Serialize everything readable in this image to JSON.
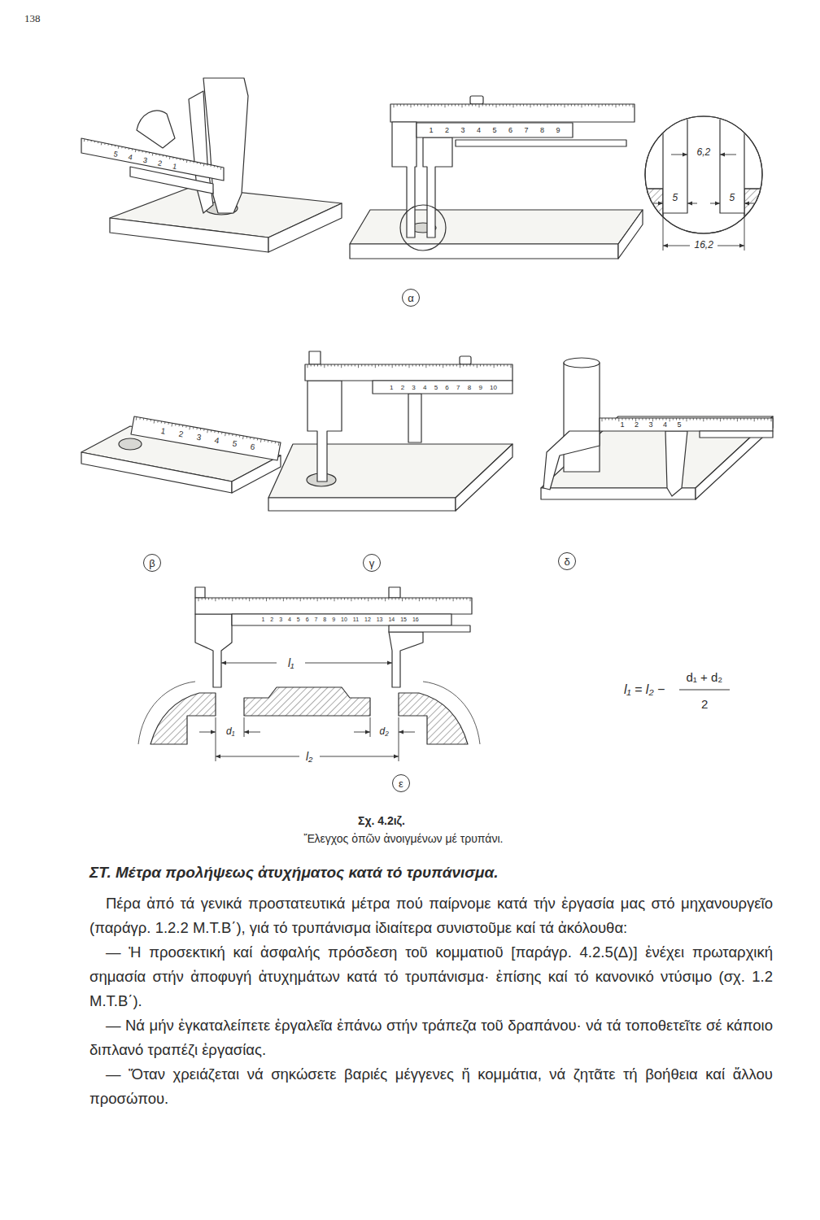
{
  "diagram": {
    "title": "ΣΤ. Μέτρα προλήψεως ἀτυχήματος κατά τό τρυπάνισμα.",
    "caption": "Σχ. 4.2ιζ.",
    "nodes": [
      {
        "text": [
          "α"
        ]
      },
      {
        "text": [
          "β"
        ]
      },
      {
        "text": [
          "γ"
        ]
      },
      {
        "text": [
          "δ"
        ]
      },
      {
        "text": [
          "ε"
        ]
      }
    ],
    "labels": [
      "138",
      "5 4 3 2 1",
      "1 2 3 4 5 6 7 8 9",
      "6,2",
      "5",
      "5",
      "16,2",
      "1 2 3 4 5 6",
      "1 2 3 4 5 6 7 8 9 10",
      "1 2 3 4 5",
      "1 2 3 4 5 6 7 8 9 10 11 12 13 14 15 16",
      "l₁",
      "d₁",
      "d₂",
      "l₂",
      "l₁ = l₂ −",
      "d₁ + d₂",
      "2",
      "Ἔλεγχος ὀπῶν ἀνοιγμένων μέ τρυπάνι.",
      "Πέρα ἀπό τά γενικά προστατευτικά μέτρα πού παίρνομε κατά τήν ἐργασία μας στό μηχανουργεῖο (παράγρ. 1.2.2 Μ.Τ.Β΄), γιά τό τρυπάνισμα ἰδιαίτερα συνιστοῦμε καί τά ἀκόλουθα:",
      "— Ἡ προσεκτική καί ἀσφαλής πρόσδεση τοῦ κομματιοῦ [παράγρ. 4.2.5(Δ)] ἐνέχει πρωταρχική σημασία στήν ἀποφυγή ἀτυχημάτων κατά τό τρυπάνισμα· ἐπίσης καί τό κανονικό ντύσιμο (σχ. 1.2 Μ.Τ.Β΄).",
      "— Νά μήν ἐγκαταλείπετε ἐργαλεῖα ἐπάνω στήν τράπεζα τοῦ δραπάνου· νά τά τοποθετεῖτε σέ κάποιο διπλανό τραπέζι ἐργασίας.",
      "— Ὅταν χρειάζεται νά σηκώσετε βαριές μέγγενες ἤ κομμάτια, νά ζητᾶτε τή βοήθεια καί ἄλλου προσώπου."
    ]
  }
}
